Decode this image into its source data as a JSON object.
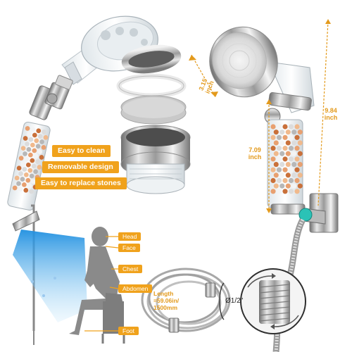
{
  "features": [
    "Easy to clean",
    "Removable design",
    "Easy to replace stones"
  ],
  "dimensions": {
    "head_diameter": [
      "3.15",
      "inch"
    ],
    "filter_length": [
      "7.09",
      "inch"
    ],
    "total_length": [
      "9.84",
      "inch"
    ]
  },
  "body_parts": [
    "Head",
    "Face",
    "Chest",
    "Abdomen",
    "Foot"
  ],
  "hose": {
    "length_lines": [
      "Length",
      "=59.06in/",
      "1500mm"
    ],
    "thread": "Ø1/2\""
  },
  "colors": {
    "accent": "#f0a21c",
    "dimension_text": "#e39a1c",
    "water_spray": "#3aa6e8",
    "silhouette": "#8a8a8a"
  }
}
